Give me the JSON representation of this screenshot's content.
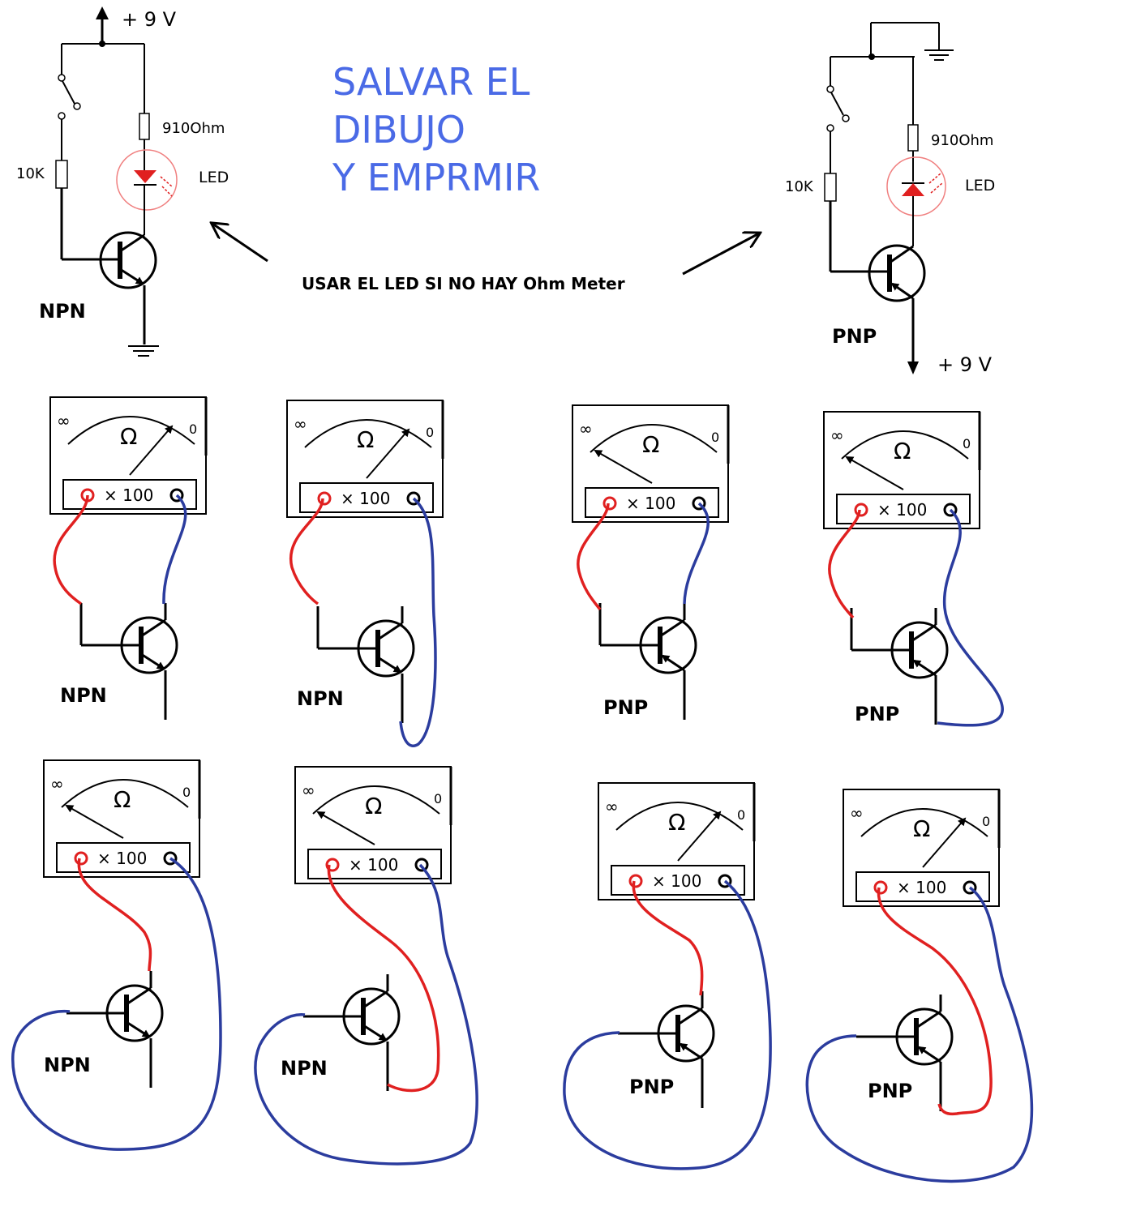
{
  "title_lines": [
    "SALVAR  EL",
    "DIBUJO",
    "Y EMPRMIR"
  ],
  "note": "USAR EL  LED  SI  NO  HAY  Ohm Meter",
  "supply_label": "+ 9 V",
  "resistor_led_label": "910Ohm",
  "resistor_base_label": "10K",
  "led_label": "LED",
  "npn_label": "NPN",
  "pnp_label": "PNP",
  "meter": {
    "ohm_symbol": "Ω",
    "infinity": "∞",
    "zero": "0",
    "range": "× 100"
  },
  "meters": [
    {
      "type": "NPN",
      "needle": "zero"
    },
    {
      "type": "NPN",
      "needle": "zero"
    },
    {
      "type": "PNP",
      "needle": "infinity"
    },
    {
      "type": "PNP",
      "needle": "infinity"
    },
    {
      "type": "NPN",
      "needle": "infinity"
    },
    {
      "type": "NPN",
      "needle": "infinity"
    },
    {
      "type": "PNP",
      "needle": "zero"
    },
    {
      "type": "PNP",
      "needle": "zero"
    }
  ],
  "colors": {
    "title": "#4a6ae6",
    "red_lead": "#e02020",
    "blue_lead": "#2b3c9e",
    "led": "#e02020"
  }
}
